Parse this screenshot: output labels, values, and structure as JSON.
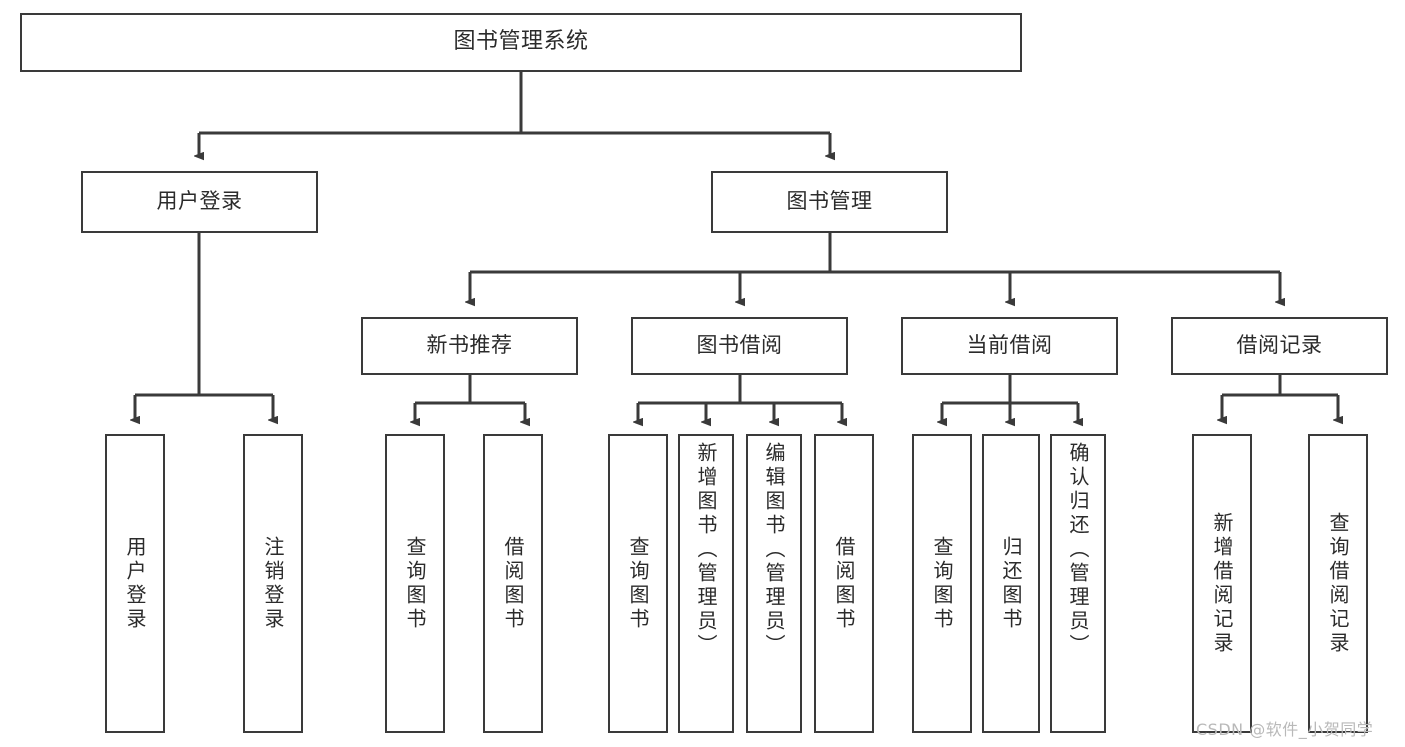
{
  "diagram": {
    "type": "tree",
    "title": "图书管理系统",
    "watermark": "CSDN @软件_小贺同学",
    "colors": {
      "stroke": "#3a3a3a",
      "fill": "#ffffff",
      "text": "#2b2b2b",
      "watermark": "#b9b9b9"
    },
    "nodes": {
      "root": {
        "label": "图书管理系统"
      },
      "level2": [
        {
          "id": "user-login",
          "label": "用户登录"
        },
        {
          "id": "book-manage",
          "label": "图书管理"
        }
      ],
      "level3": [
        {
          "id": "new-book-recommend",
          "label": "新书推荐"
        },
        {
          "id": "book-borrow",
          "label": "图书借阅"
        },
        {
          "id": "current-borrow",
          "label": "当前借阅"
        },
        {
          "id": "borrow-record",
          "label": "借阅记录"
        }
      ],
      "leaves": [
        {
          "id": "leaf-user-login",
          "label": "用户登录",
          "parent": "user-login"
        },
        {
          "id": "leaf-logout-login",
          "label": "注销登录",
          "parent": "user-login"
        },
        {
          "id": "leaf-query-book-1",
          "label": "查询图书",
          "parent": "new-book-recommend"
        },
        {
          "id": "leaf-borrow-book-1",
          "label": "借阅图书",
          "parent": "new-book-recommend"
        },
        {
          "id": "leaf-query-book-2",
          "label": "查询图书",
          "parent": "book-borrow"
        },
        {
          "id": "leaf-add-book",
          "label": "新增图书（管理员）",
          "parent": "book-borrow"
        },
        {
          "id": "leaf-edit-book",
          "label": "编辑图书（管理员）",
          "parent": "book-borrow"
        },
        {
          "id": "leaf-borrow-book-2",
          "label": "借阅图书",
          "parent": "book-borrow"
        },
        {
          "id": "leaf-query-book-3",
          "label": "查询图书",
          "parent": "current-borrow"
        },
        {
          "id": "leaf-return-book",
          "label": "归还图书",
          "parent": "current-borrow"
        },
        {
          "id": "leaf-confirm-return",
          "label": "确认归还（管理员）",
          "parent": "current-borrow"
        },
        {
          "id": "leaf-add-record",
          "label": "新增借阅记录",
          "parent": "borrow-record"
        },
        {
          "id": "leaf-query-record",
          "label": "查询借阅记录",
          "parent": "borrow-record"
        }
      ]
    }
  }
}
